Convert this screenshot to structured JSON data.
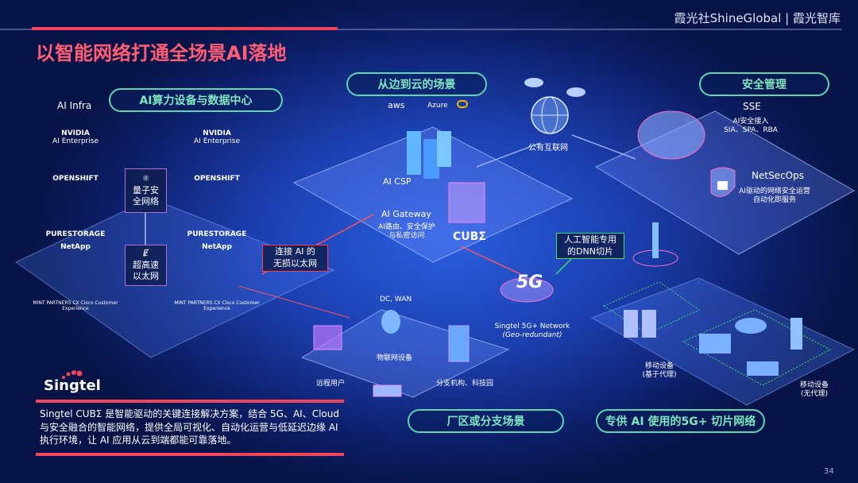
{
  "header": {
    "brand": "霞光社ShineGlobal | 霞光智库",
    "title": "以智能网络打通全场景AI落地",
    "page_number": "34"
  },
  "sections": {
    "datacenter": "AI算力设备与数据中心",
    "edge_cloud": "从边到云的场景",
    "security": "安全管理",
    "branch": "厂区或分支场景",
    "slice": "专供 AI 使用的5G+ 切片网络"
  },
  "infra": {
    "label": "AI Infra",
    "nvidia": "NVIDIA",
    "nvidia_sub": "AI Enterprise",
    "openshift": "OPENSHIFT",
    "purestorage": "PURESTORAGE",
    "netapp": "NetApp",
    "cisco": "CX Cisco Customer Experience",
    "mint": "MINT PARTNERS",
    "quantum": "量子安全网络",
    "ethernet_symbol": "Ɇ",
    "ethernet": "超高速以太网"
  },
  "lossless": "连接 AI 的无损以太网",
  "cloud": {
    "aws": "aws",
    "azure": "Azure",
    "csp": "AI CSP",
    "gateway": "AI Gateway",
    "gateway_desc1": "AI路由、安全保护",
    "gateway_desc2": "与私密访问",
    "cube": "CUBΣ",
    "internet": "公有互联网"
  },
  "fiveg": {
    "dnn1": "人工智能专用",
    "dnn2": "的DNN切片",
    "logo": "5G",
    "network": "Singtel 5G+ Network",
    "geo": "(Geo-redundant)"
  },
  "branch_site": {
    "dcwan": "DC, WAN",
    "iot": "物联网设备",
    "remote": "远程用户",
    "campus": "分支机构、科技园"
  },
  "security": {
    "sse": "SSE",
    "sse_desc1": "AI安全接入",
    "sse_desc2": "SIA、SPA、RBA",
    "netsecops": "NetSecOps",
    "ns_desc1": "AI驱动的网络安全运营",
    "ns_desc2": "自动化即服务"
  },
  "devices": {
    "agent1": "移动设备",
    "agent2": "(基于代理)",
    "noagent1": "移动设备",
    "noagent2": "(无代理)"
  },
  "footer": {
    "logo": "Singtel",
    "desc": "Singtel CUBΣ 是智能驱动的关键连接解决方案，结合 5G、AI、Cloud与安全融合的智能网络，提供全局可视化、自动化运营与低延迟边缘 AI 执行环境，让 AI 应用从云到端都能可靠落地。"
  },
  "colors": {
    "accent": "#f0455a",
    "teal": "#5fd6b0",
    "green": "#3ddc6a"
  }
}
